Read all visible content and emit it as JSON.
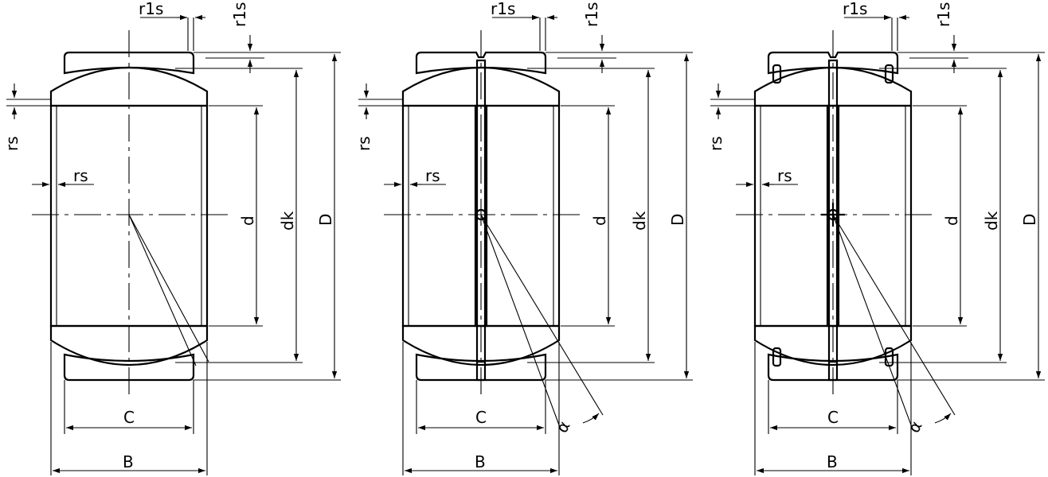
{
  "views": [
    {
      "variant": "plain",
      "labels": {
        "r1s_top": "r1s",
        "r1s_side": "r1s",
        "rs_side": "rs",
        "rs_inner": "rs",
        "d": "d",
        "dk": "dk",
        "D": "D",
        "C": "C",
        "B": "B"
      }
    },
    {
      "variant": "lubrication-groove",
      "labels": {
        "r1s_top": "r1s",
        "r1s_side": "r1s",
        "rs_side": "rs",
        "rs_inner": "rs",
        "d": "d",
        "dk": "dk",
        "D": "D",
        "C": "C",
        "B": "B",
        "alpha": "α"
      }
    },
    {
      "variant": "sealed-lubrication-groove",
      "labels": {
        "r1s_top": "r1s",
        "r1s_side": "r1s",
        "rs_side": "rs",
        "rs_inner": "rs",
        "d": "d",
        "dk": "dk",
        "D": "D",
        "C": "C",
        "B": "B",
        "alpha": "α"
      }
    }
  ],
  "colors": {
    "line": "#000000",
    "background": "#ffffff"
  }
}
